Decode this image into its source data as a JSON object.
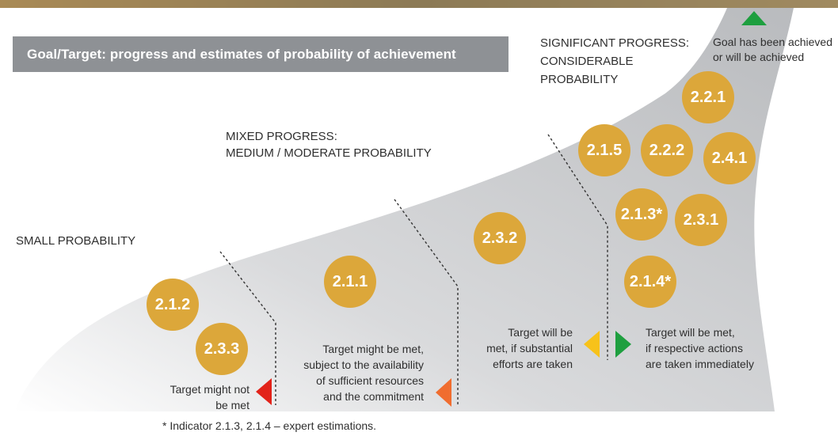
{
  "title": "Goal/Target: progress and estimates of probability of achievement",
  "zones": {
    "small": "SMALL PROBABILITY",
    "mixed": [
      "MIXED PROGRESS:",
      "MEDIUM / MODERATE PROBABILITY"
    ],
    "significant": [
      "SIGNIFICANT PROGRESS:",
      "CONSIDERABLE",
      "PROBABILITY"
    ]
  },
  "goal": {
    "lines": [
      "Goal has been achieved",
      "or will be achieved"
    ],
    "color": "#1e9f3f"
  },
  "targets": [
    {
      "label": "2.1.2"
    },
    {
      "label": "2.3.3"
    },
    {
      "label": "2.1.1"
    },
    {
      "label": "2.3.2"
    },
    {
      "label": "2.1.5"
    },
    {
      "label": "2.2.2"
    },
    {
      "label": "2.2.1"
    },
    {
      "label": "2.4.1"
    },
    {
      "label": "2.1.3*"
    },
    {
      "label": "2.3.1"
    },
    {
      "label": "2.1.4*"
    }
  ],
  "captions": {
    "red": {
      "lines": [
        "Target might not",
        "be met"
      ],
      "color": "#e2231a"
    },
    "orange": {
      "lines": [
        "Target might be met,",
        "subject to the availability",
        "of sufficient resources",
        "and the commitment"
      ],
      "color": "#f06d2f"
    },
    "yellow": {
      "lines": [
        "Target will be",
        "met, if substantial",
        "efforts are taken"
      ],
      "color": "#f7c21a"
    },
    "green": {
      "lines": [
        "Target will be met,",
        "if respective actions",
        "are taken immediately"
      ],
      "color": "#1e9f3f"
    }
  },
  "footnote": "* Indicator 2.1.3, 2.1.4 – expert estimations.",
  "colors": {
    "bubble": "#dca73a",
    "title_bg": "#8e9195",
    "band": "#c9cbce"
  }
}
